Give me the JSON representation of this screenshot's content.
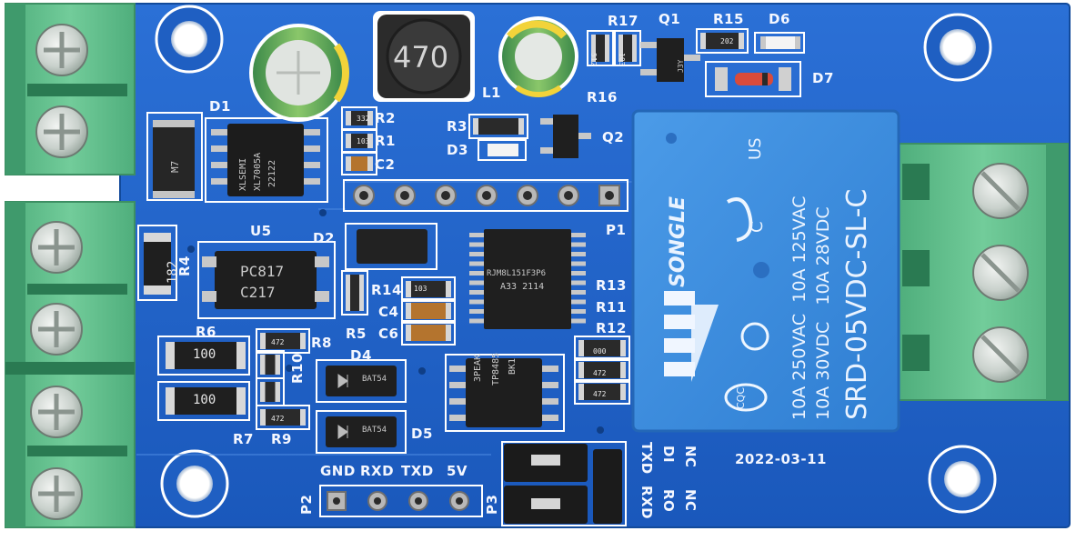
{
  "board": {
    "date_code": "2022-03-11",
    "header_p2_pins": [
      "GND",
      "RXD",
      "TXD",
      "5V"
    ],
    "p3_labels_col1": [
      "TXD",
      "RXD"
    ],
    "p3_labels_col2": [
      "DI",
      "RO"
    ],
    "p3_labels_col3": [
      "NC",
      "NC"
    ],
    "refs": {
      "d1": "D1",
      "d2": "D2",
      "d3": "D3",
      "d4": "D4",
      "d5": "D5",
      "d6": "D6",
      "d7": "D7",
      "l1": "L1",
      "q1": "Q1",
      "q2": "Q2",
      "u5": "U5",
      "r1": "R1",
      "r2": "R2",
      "r3": "R3",
      "r4": "R4",
      "r5": "R5",
      "r6": "R6",
      "r7": "R7",
      "r8": "R8",
      "r9": "R9",
      "r10": "R10",
      "r11": "R11",
      "r12": "R12",
      "r13": "R13",
      "r14": "R14",
      "r15": "R15",
      "r16": "R16",
      "r17": "R17",
      "c2": "C2",
      "c4": "C4",
      "c6": "C6",
      "p1": "P1",
      "p2": "P2",
      "p3": "P3"
    },
    "colors": {
      "pcb": "#1e63c9",
      "pcb_dark": "#154ea3",
      "terminal": "#5fbf8c",
      "relay": "#3f8fe0",
      "jumper": "#1b1b1b"
    }
  },
  "components": {
    "inductor_marking": "470",
    "regulator_marking": [
      "XLSEMI",
      "XL7005A",
      "22122"
    ],
    "optocoupler_marking": [
      "PC817",
      "C217"
    ],
    "mcu_marking": [
      "RJM8L151F3P6",
      "A33 2114"
    ],
    "rs485_marking": [
      "3PEAK",
      "TP8485",
      "BK1"
    ],
    "r4_marking": "182",
    "r6_marking": "100",
    "r7_marking": "100",
    "diode_marking": "M7",
    "d4_marking": "BAT54",
    "d5_marking": "BAT54",
    "q1_marking": "J3Y",
    "smd_marks": {
      "r2": "332",
      "r1": "103",
      "r15": "202",
      "r14": "103",
      "r17": "512",
      "r16": "103",
      "r8": "472",
      "r9": "472",
      "r11": "472",
      "r12": "472",
      "r13": "000"
    }
  },
  "relay": {
    "brand": "SONGLE",
    "model": "SRD-05VDC-SL-C",
    "ratings": [
      "10A 250VAC  10A 125VAC",
      "10A 30VDC   10A 28VDC"
    ],
    "cert_ul": "US",
    "cert_c": "C",
    "cqc": "CQC"
  }
}
